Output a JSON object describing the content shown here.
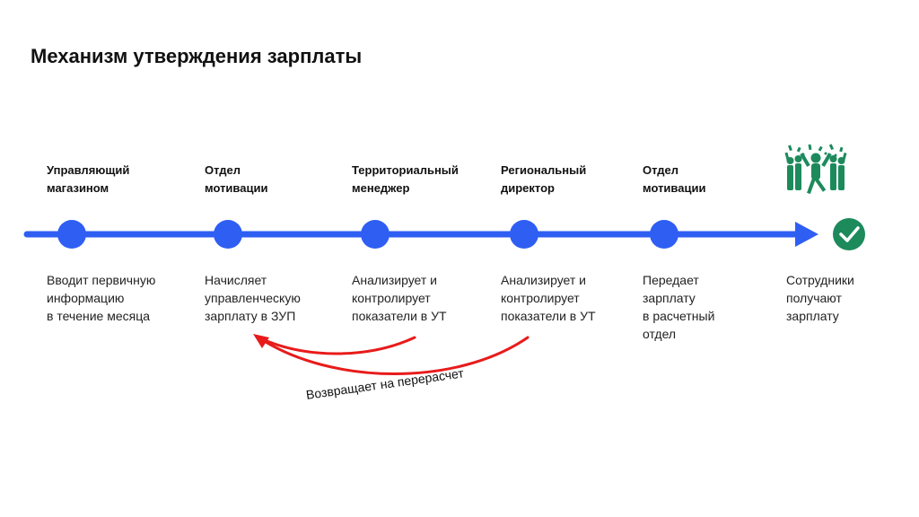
{
  "title": "Механизм утверждения зарплаты",
  "colors": {
    "accent": "#2f5ef3",
    "return_arrow": "#e81b1b",
    "success": "#1d8a5c"
  },
  "steps": [
    {
      "role": [
        "Управляющий",
        "магазином"
      ],
      "desc": [
        "Вводит первичную",
        "информацию",
        "в течение месяца"
      ]
    },
    {
      "role": [
        "Отдел",
        "мотивации"
      ],
      "desc": [
        "Начисляет",
        "управленческую",
        "зарплату в ЗУП"
      ]
    },
    {
      "role": [
        "Территориальный",
        "менеджер"
      ],
      "desc": [
        "Анализирует и",
        "контролирует",
        "показатели в УТ"
      ]
    },
    {
      "role": [
        "Региональный",
        "директор"
      ],
      "desc": [
        "Анализирует и",
        "контролирует",
        "показатели в УТ"
      ]
    },
    {
      "role": [
        "Отдел",
        "мотивации"
      ],
      "desc": [
        "Передает",
        "зарплату",
        "в расчетный",
        "отдел"
      ]
    }
  ],
  "final": {
    "icon": "check-icon",
    "desc": [
      "Сотрудники",
      "получают",
      "зарплату"
    ]
  },
  "return_label": "Возвращает на перерасчет"
}
